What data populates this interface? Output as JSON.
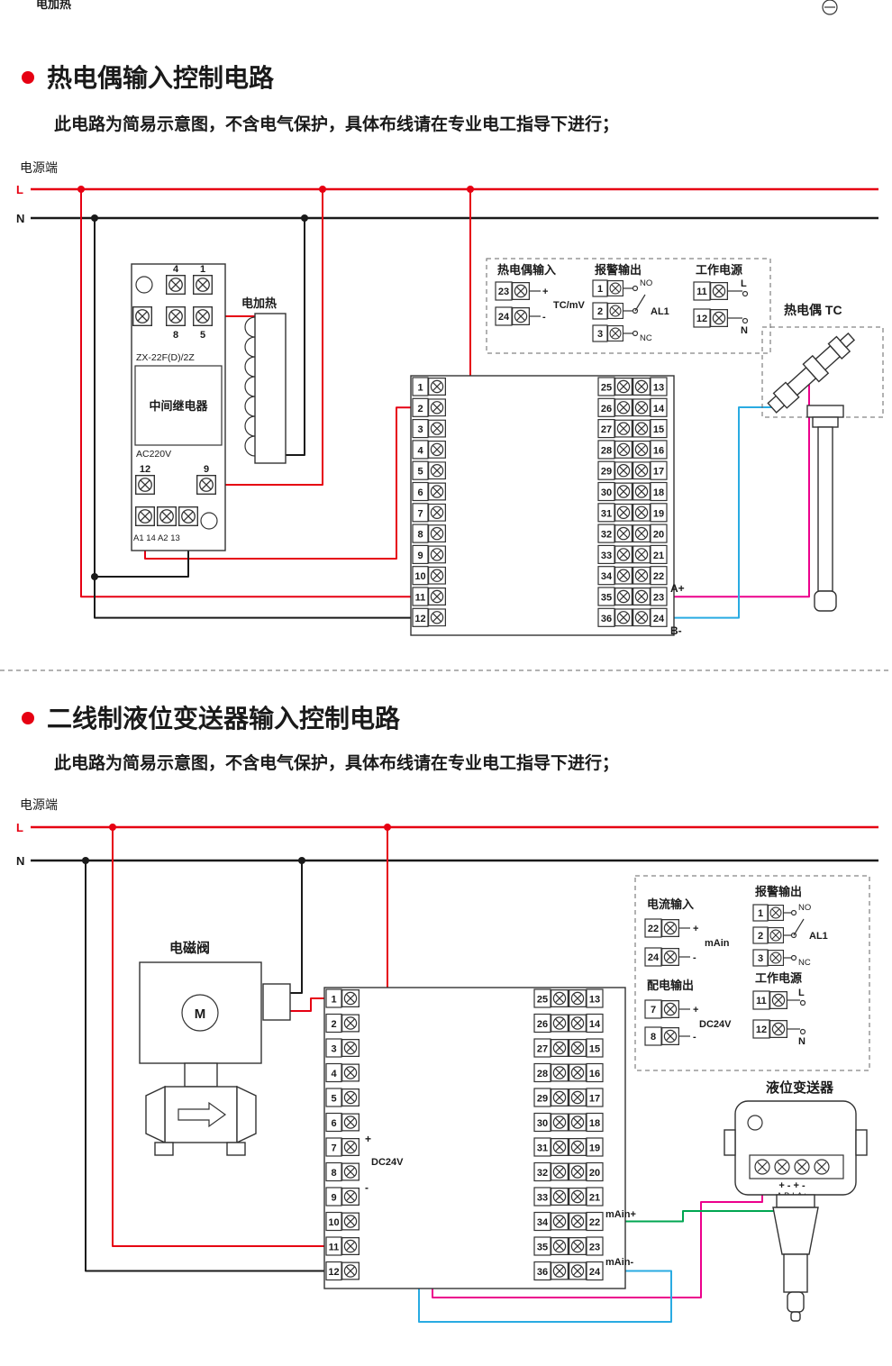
{
  "header": {
    "partial_label": "电加热"
  },
  "colors": {
    "red": "#e60012",
    "black": "#1a1a1a",
    "cyan": "#29abe2",
    "magenta": "#ec008c",
    "green": "#00a651"
  },
  "s1": {
    "title": "热电偶输入控制电路",
    "note": "此电路为简易示意图，不含电气保护，具体布线请在专业电工指导下进行；",
    "power_end": "电源端",
    "line_l": "L",
    "line_n": "N",
    "relay": {
      "model": "ZX-22F(D)/2Z",
      "name": "中间继电器",
      "voltage": "AC220V",
      "t4": "4",
      "t1": "1",
      "t8": "8",
      "t5": "5",
      "t12": "12",
      "t9": "9",
      "coil_terms": "A1 14 A2 13"
    },
    "heater_label": "电加热",
    "io": {
      "tc_title": "热电偶输入",
      "t23": "23",
      "t24": "24",
      "plus": "+",
      "minus": "-",
      "tc_type": "TC/mV",
      "alarm_title": "报警输出",
      "a1": "1",
      "a2": "2",
      "a3": "3",
      "no": "NO",
      "nc": "NC",
      "al1": "AL1",
      "pwr_title": "工作电源",
      "t11": "11",
      "t12": "12",
      "l": "L",
      "n": "N"
    },
    "tc_label": "热电偶 TC",
    "block": {
      "left": [
        "1",
        "2",
        "3",
        "4",
        "5",
        "6",
        "7",
        "8",
        "9",
        "10",
        "11",
        "12"
      ],
      "right": [
        {
          "a": "25",
          "b": "13"
        },
        {
          "a": "26",
          "b": "14"
        },
        {
          "a": "27",
          "b": "15"
        },
        {
          "a": "28",
          "b": "16"
        },
        {
          "a": "29",
          "b": "17"
        },
        {
          "a": "30",
          "b": "18"
        },
        {
          "a": "31",
          "b": "19"
        },
        {
          "a": "32",
          "b": "20"
        },
        {
          "a": "33",
          "b": "21"
        },
        {
          "a": "34",
          "b": "22"
        },
        {
          "a": "35",
          "b": "23"
        },
        {
          "a": "36",
          "b": "24"
        }
      ]
    },
    "a_plus": "A+",
    "b_minus": "B-"
  },
  "s2": {
    "title": "二线制液位变送器输入控制电路",
    "note": "此电路为简易示意图，不含电气保护，具体布线请在专业电工指导下进行；",
    "power_end": "电源端",
    "line_l": "L",
    "line_n": "N",
    "valve": {
      "label": "电磁阀",
      "motor": "M"
    },
    "io": {
      "cur_title": "电流输入",
      "t22": "22",
      "t24": "24",
      "plus": "+",
      "minus": "-",
      "ma_in": "mAin",
      "alarm_title": "报警输出",
      "a1": "1",
      "a2": "2",
      "a3": "3",
      "no": "NO",
      "nc": "NC",
      "al1": "AL1",
      "dist_title": "配电输出",
      "t7": "7",
      "t8": "8",
      "dc24v": "DC24V",
      "pwr_title": "工作电源",
      "t11": "11",
      "t12": "12",
      "l": "L",
      "n": "N"
    },
    "transmitter": {
      "label": "液位变送器",
      "polarity": "+ - + -",
      "terms": "A B LA+"
    },
    "block": {
      "left": [
        "1",
        "2",
        "3",
        "4",
        "5",
        "6",
        "7",
        "8",
        "9",
        "10",
        "11",
        "12"
      ],
      "right": [
        {
          "a": "25",
          "b": "13"
        },
        {
          "a": "26",
          "b": "14"
        },
        {
          "a": "27",
          "b": "15"
        },
        {
          "a": "28",
          "b": "16"
        },
        {
          "a": "29",
          "b": "17"
        },
        {
          "a": "30",
          "b": "18"
        },
        {
          "a": "31",
          "b": "19"
        },
        {
          "a": "32",
          "b": "20"
        },
        {
          "a": "33",
          "b": "21"
        },
        {
          "a": "34",
          "b": "22"
        },
        {
          "a": "35",
          "b": "23"
        },
        {
          "a": "36",
          "b": "24"
        }
      ]
    },
    "dc_plus": "+",
    "dc_label": "DC24V",
    "dc_minus": "-",
    "ma_plus": "mAin+",
    "ma_minus": "mAin-"
  }
}
